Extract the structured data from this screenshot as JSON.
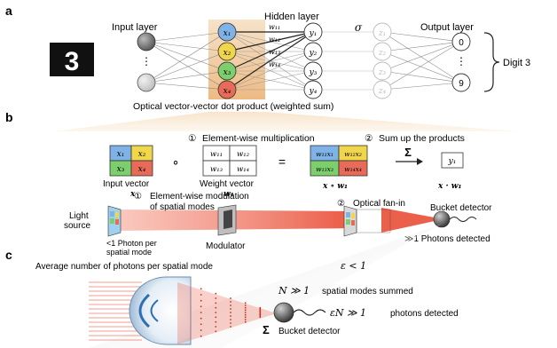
{
  "colors": {
    "accent_orange": "#e8a35a",
    "node_blue": "#7fb2e6",
    "node_yellow": "#f0d64a",
    "node_green": "#7ccf6c",
    "node_red": "#e86a58",
    "beam_red": "#e8442c",
    "line_gray": "#555555"
  },
  "panel_a": {
    "label": "a",
    "input_layer": "Input layer",
    "hidden_layer": "Hidden layer",
    "output_layer": "Output layer",
    "sigma": "σ",
    "digit_image_text": "3",
    "digit_label": "Digit 3",
    "x_nodes": [
      "x₁",
      "x₂",
      "x₃",
      "x₄"
    ],
    "weights": [
      "w₁₁",
      "w₁₂",
      "w₁₃",
      "w₁₄"
    ],
    "y_nodes": [
      "y₁",
      "y₂",
      "y₃",
      "y₄"
    ],
    "z_nodes": [
      "z₁",
      "z₂",
      "z₃",
      "z₄"
    ],
    "output_top": "0",
    "output_bottom": "9",
    "dots": "⋮",
    "caption": "Optical vector-vector dot product (weighted sum)"
  },
  "panel_b": {
    "label": "b",
    "step1_num": "①",
    "step1": "Element-wise multiplication",
    "step2_num": "②",
    "step2": "Sum up the products",
    "input_cells": [
      "x₁",
      "x₂",
      "x₃",
      "x₄"
    ],
    "weight_cells": [
      "w₁₁",
      "w₁₂",
      "w₁₃",
      "w₁₄"
    ],
    "product_cells": [
      "w₁₁x₁",
      "w₁₂x₂",
      "w₁₃x₃",
      "w₁₄x₄"
    ],
    "hadamard": "∘",
    "equals": "=",
    "sum_symbol": "Σ",
    "result": "y₁",
    "input_vector_label": "Input vector",
    "input_vector_sym": "x",
    "weight_vector_label": "Weight vector",
    "weight_vector_sym": "w₁",
    "product_sym": "x ∘ w₁",
    "dot_sym": "x · w₁",
    "mod_num": "①",
    "mod_line1": "Element-wise modulation",
    "mod_line2": "of spatial modes",
    "fanin_num": "②",
    "fanin": "Optical fan-in",
    "light_source_1": "Light",
    "light_source_2": "source",
    "photon_line1": "<1 Photon per",
    "photon_line2": "spatial mode",
    "modulator": "Modulator",
    "bucket_detector": "Bucket detector",
    "photons_detected": "≫1 Photons detected"
  },
  "panel_c": {
    "label": "c",
    "avg_text": "Average number of photons per spatial mode",
    "avg_sym": "ε < 1",
    "modes_sym": "N ≫ 1",
    "modes_text": "spatial modes summed",
    "detected_sym": "εN ≫ 1",
    "detected_text": "photons detected",
    "sum_symbol": "Σ",
    "bucket_detector": "Bucket detector"
  }
}
